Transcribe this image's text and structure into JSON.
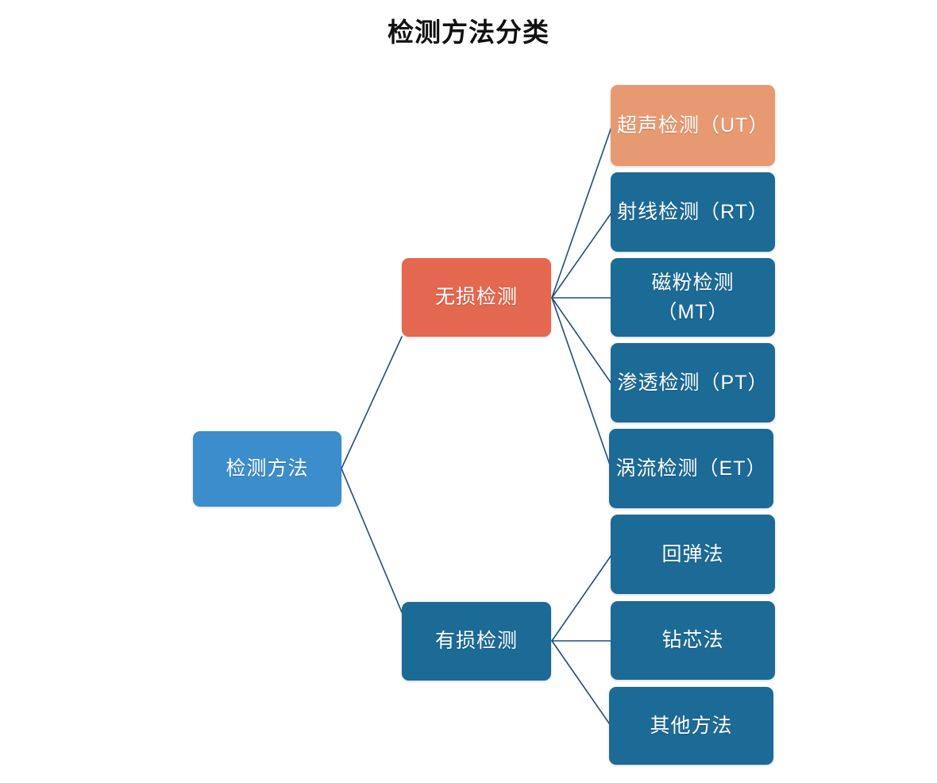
{
  "title": "检测方法分类",
  "colors": {
    "background": "#ffffff",
    "root_fill": "#3C8DCC",
    "accent_fill": "#E4674F",
    "peach_fill": "#E79A71",
    "deep_fill": "#1C6A96",
    "edge_stroke": "#1F4E79",
    "node_text": "#ffffff",
    "title_text": "#111111"
  },
  "diagram": {
    "type": "tree",
    "orientation": "left-to-right",
    "root": {
      "id": "root",
      "label": "检测方法",
      "style": "root"
    },
    "branches": [
      {
        "id": "ndt",
        "label": "无损检测",
        "style": "accent",
        "children": [
          {
            "id": "ut",
            "label": "超声检测（UT）",
            "style": "peach"
          },
          {
            "id": "rt",
            "label": "射线检测（RT）",
            "style": "deep"
          },
          {
            "id": "mt",
            "label": "磁粉检测（MT）",
            "style": "deep"
          },
          {
            "id": "pt",
            "label": "渗透检测（PT）",
            "style": "deep"
          },
          {
            "id": "et",
            "label": "涡流检测（ET）",
            "style": "deep"
          }
        ]
      },
      {
        "id": "dt",
        "label": "有损检测",
        "style": "deep",
        "children": [
          {
            "id": "rebound",
            "label": "回弹法",
            "style": "deep"
          },
          {
            "id": "coring",
            "label": "钻芯法",
            "style": "deep"
          },
          {
            "id": "other",
            "label": "其他方法",
            "style": "deep"
          }
        ]
      }
    ]
  }
}
